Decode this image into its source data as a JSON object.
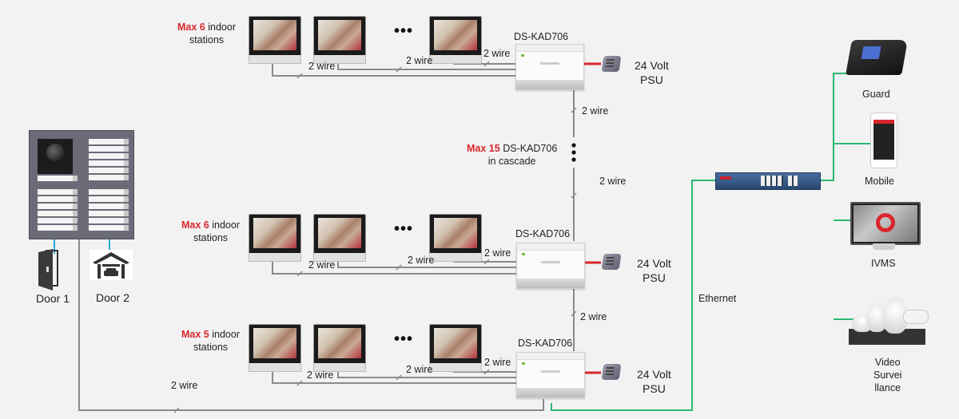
{
  "colors": {
    "wire_gray": "#8a8a8a",
    "ethernet_green": "#2bb673",
    "door_link_blue": "#29a8d6",
    "power_red": "#d9262c",
    "highlight_red": "#d9262c"
  },
  "groups": [
    {
      "max_label": "Max 6",
      "suffix_label": "indoor",
      "second_line": "stations",
      "ellipsis": "•••",
      "controller": "DS-KAD706",
      "psu_line1": "24 Volt",
      "psu_line2": "PSU",
      "wire_labels": [
        "2 wire",
        "2 wire",
        "2 wire"
      ]
    },
    {
      "max_label": "Max 6",
      "suffix_label": "indoor",
      "second_line": "stations",
      "ellipsis": "•••",
      "controller": "DS-KAD706",
      "psu_line1": "24 Volt",
      "psu_line2": "PSU",
      "wire_labels": [
        "2 wire",
        "2 wire",
        "2 wire"
      ]
    },
    {
      "max_label": "Max 5",
      "suffix_label": "indoor",
      "second_line": "stations",
      "ellipsis": "•••",
      "controller": "DS-KAD706",
      "psu_line1": "24 Volt",
      "psu_line2": "PSU",
      "wire_labels": [
        "2 wire",
        "2 wire",
        "2 wire"
      ]
    }
  ],
  "cascade": {
    "max_label": "Max 15",
    "suffix_label": "DS-KAD706",
    "second_line": "in cascade",
    "wire_labels": [
      "2 wire",
      "2 wire",
      "2 wire"
    ]
  },
  "door_station": {
    "door1": "Door 1",
    "door2": "Door 2",
    "trunk_wire": "2 wire"
  },
  "network": {
    "ethernet": "Ethernet",
    "devices": [
      {
        "name": "Guard",
        "icon": "guard-station-icon"
      },
      {
        "name": "Mobile",
        "icon": "mobile-phone-icon"
      },
      {
        "name": "IVMS",
        "icon": "monitor-icon"
      },
      {
        "name_lines": [
          "Video",
          "Survei",
          "llance"
        ],
        "icon": "cctv-cameras-icon"
      }
    ]
  }
}
